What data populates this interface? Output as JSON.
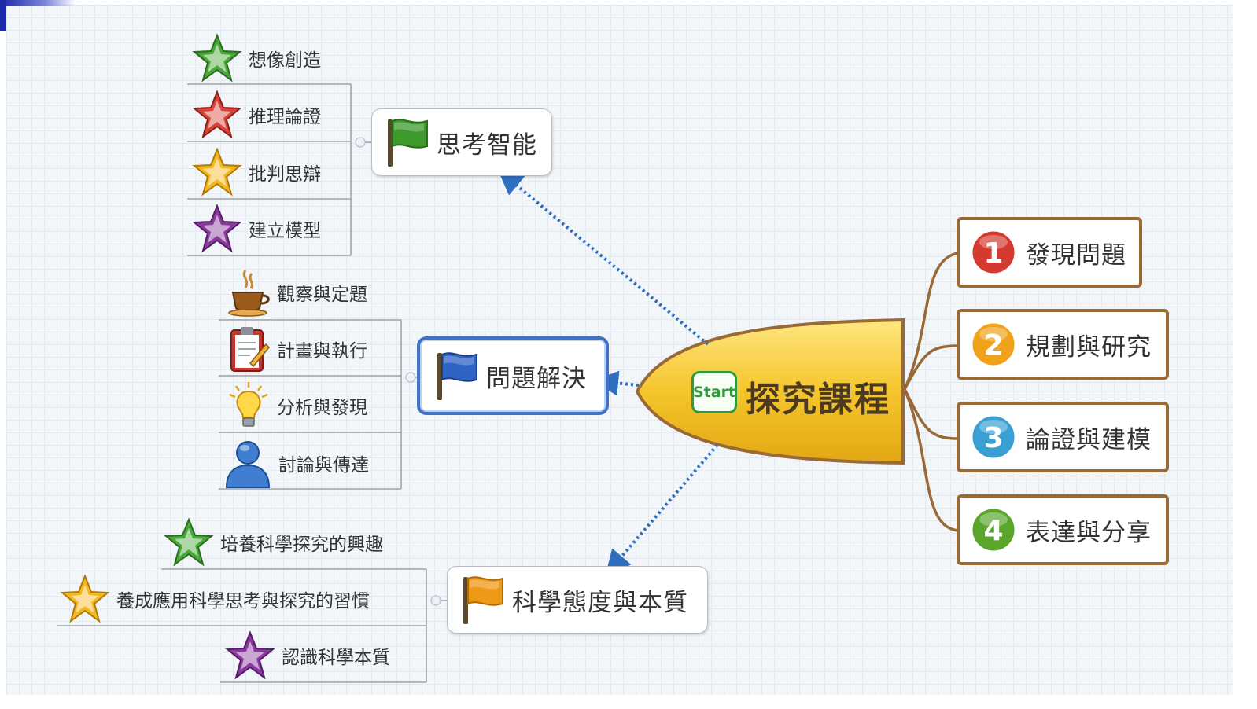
{
  "colors": {
    "root_fill": "#f5c52c",
    "root_stroke": "#9a6a36",
    "step_border": "#9a6a36",
    "dotted_link": "#2f6fc0",
    "selected_border": "#3f72c4",
    "flag_green": "#3e9a2c",
    "flag_blue": "#2f64c5",
    "flag_orange": "#ee9a16"
  },
  "root": {
    "label": "探究課程",
    "badge": "Start"
  },
  "steps": [
    {
      "num": "1",
      "label": "發現問題",
      "icon": "number-badge-red-icon",
      "color": "#d43a2f"
    },
    {
      "num": "2",
      "label": "規劃與研究",
      "icon": "number-badge-orange-icon",
      "color": "#f0a21b"
    },
    {
      "num": "3",
      "label": "論證與建模",
      "icon": "number-badge-blue-icon",
      "color": "#3aa0d3"
    },
    {
      "num": "4",
      "label": "表達與分享",
      "icon": "number-badge-green-icon",
      "color": "#5aa62b"
    }
  ],
  "topics": [
    {
      "label": "思考智能",
      "icon": "green-flag-icon",
      "children": [
        {
          "label": "想像創造",
          "icon": "green-star-icon"
        },
        {
          "label": "推理論證",
          "icon": "red-star-icon"
        },
        {
          "label": "批判思辯",
          "icon": "yellow-star-icon"
        },
        {
          "label": "建立模型",
          "icon": "purple-star-icon"
        }
      ]
    },
    {
      "label": "問題解決",
      "icon": "blue-flag-icon",
      "children": [
        {
          "label": "觀察與定題",
          "icon": "coffee-cup-icon"
        },
        {
          "label": "計畫與執行",
          "icon": "clipboard-icon"
        },
        {
          "label": "分析與發現",
          "icon": "light-bulb-icon"
        },
        {
          "label": "討論與傳達",
          "icon": "user-icon"
        }
      ]
    },
    {
      "label": "科學態度與本質",
      "icon": "orange-flag-icon",
      "children": [
        {
          "label": "培養科學探究的興趣",
          "icon": "green-star-icon"
        },
        {
          "label": "養成應用科學思考與探究的習慣",
          "icon": "yellow-star-icon"
        },
        {
          "label": "認識科學本質",
          "icon": "purple-star-icon"
        }
      ]
    }
  ]
}
